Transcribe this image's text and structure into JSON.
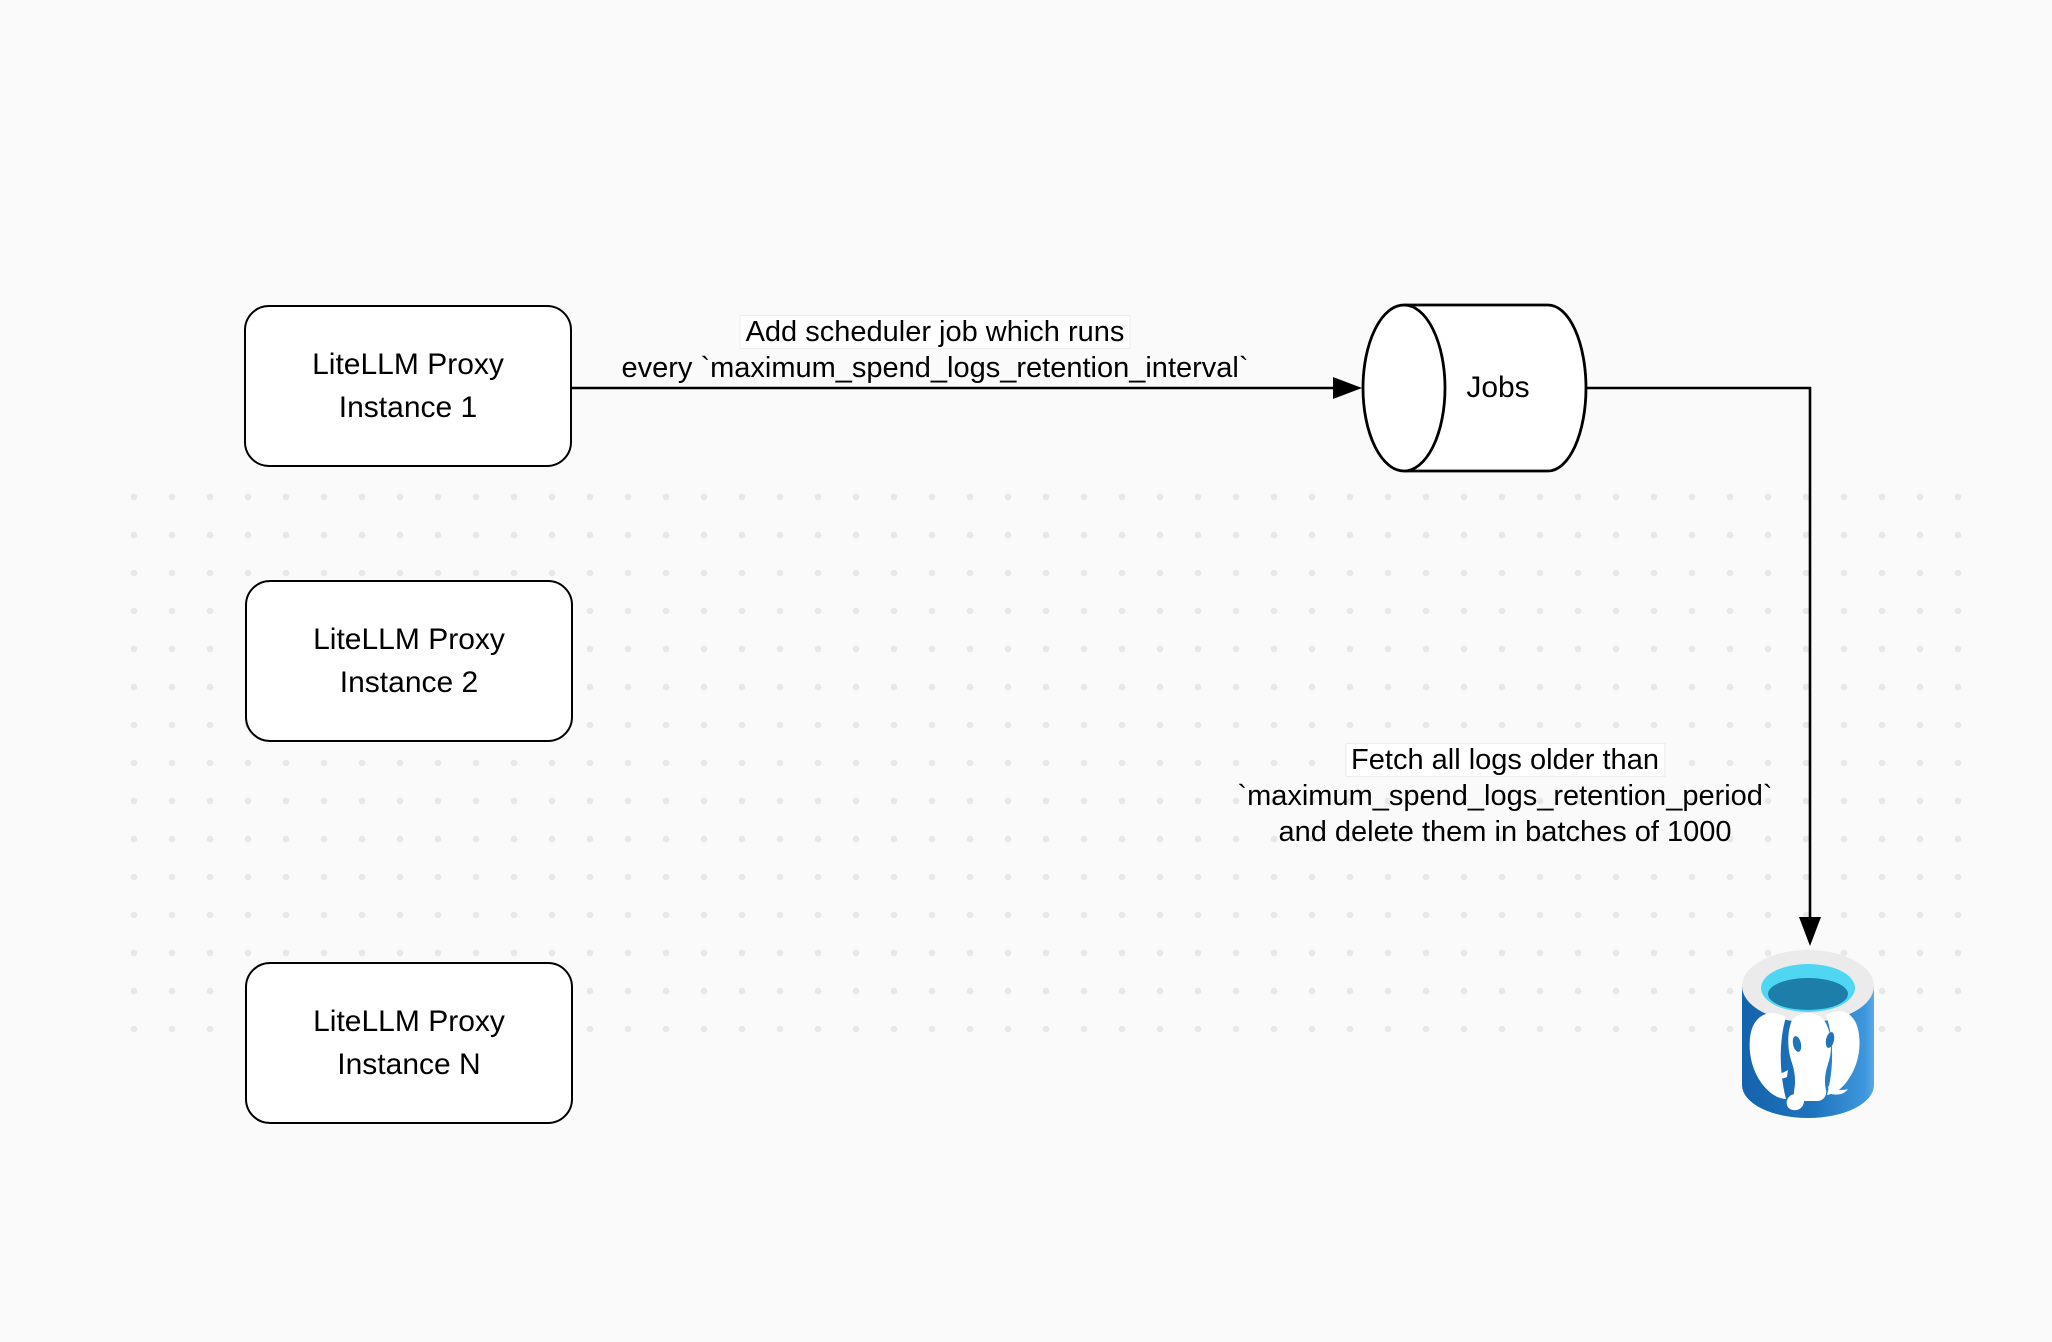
{
  "canvas": {
    "background": "#fafafa",
    "dot_color": "#e8e8e8",
    "stroke": "#000000"
  },
  "nodes": {
    "proxy1": {
      "line1": "LiteLLM Proxy",
      "line2": "Instance 1"
    },
    "proxy2": {
      "line1": "LiteLLM Proxy",
      "line2": "Instance 2"
    },
    "proxyN": {
      "line1": "LiteLLM Proxy",
      "line2": "Instance N"
    },
    "jobs": {
      "label": "Jobs"
    },
    "postgres": {
      "icon": "postgresql-database-icon",
      "colors": {
        "body": "#1a70bd",
        "body_light": "#3e97dc",
        "rim": "#ebebeb",
        "water": "#4fd6f2",
        "water_deep": "#1d7fa9",
        "elephant": "#ffffff"
      }
    }
  },
  "edge_labels": {
    "add_scheduler": {
      "line1": "Add scheduler job which runs",
      "line2": "every `maximum_spend_logs_retention_interval`"
    },
    "fetch_delete": {
      "line1": "Fetch all logs older than",
      "line2": "`maximum_spend_logs_retention_period`",
      "line3": "and delete them in batches of 1000"
    }
  }
}
